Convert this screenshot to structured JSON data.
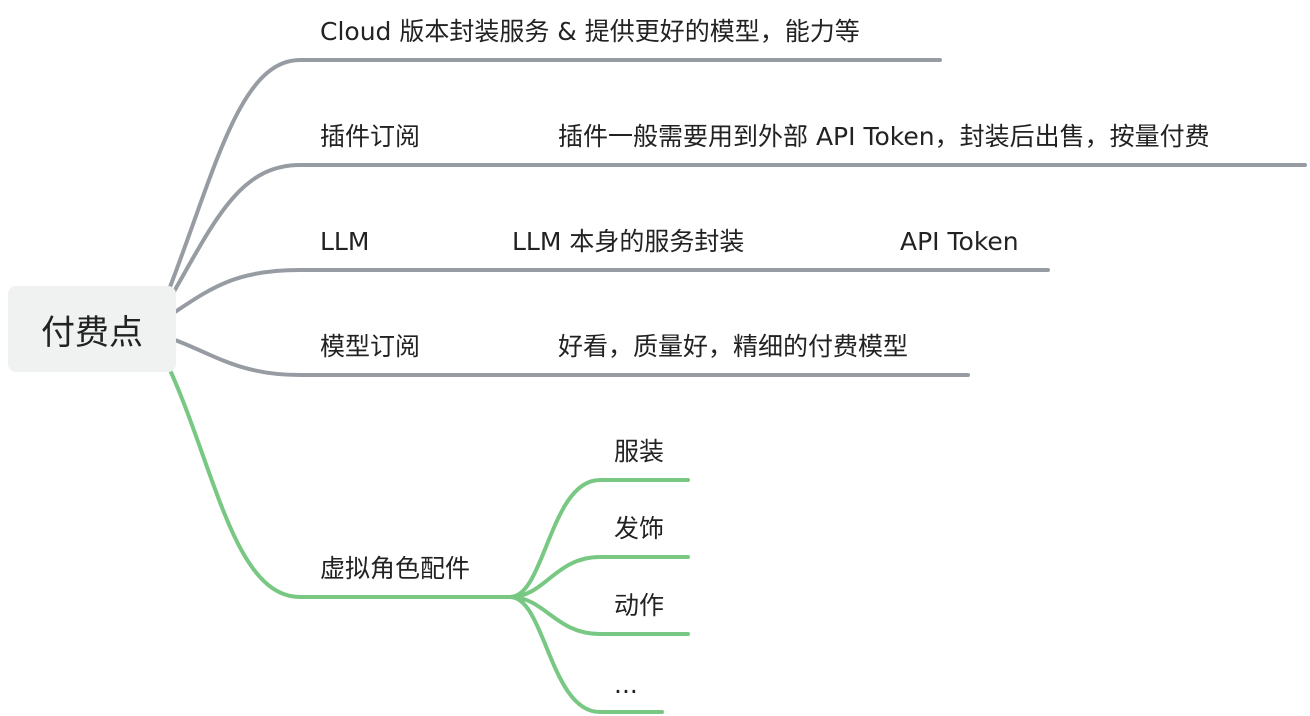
{
  "root": {
    "label": "付费点"
  },
  "branches": [
    {
      "label": "Cloud 版本封装服务 & 提供更好的模型，能力等"
    },
    {
      "label": "插件订阅",
      "detail": "插件一般需要用到外部 API Token，封装后出售，按量付费"
    },
    {
      "label": "LLM",
      "detail": "LLM 本身的服务封装",
      "detail2": "API Token"
    },
    {
      "label": "模型订阅",
      "detail": "好看，质量好，精细的付费模型"
    },
    {
      "label": "虚拟角色配件",
      "children": [
        {
          "label": "服装"
        },
        {
          "label": "发饰"
        },
        {
          "label": "动作"
        },
        {
          "label": "..."
        }
      ]
    }
  ],
  "colors": {
    "gray_branch": "#979ca3",
    "green_branch": "#78c883",
    "root_fill": "#f0f1f1",
    "text": "#222222"
  }
}
